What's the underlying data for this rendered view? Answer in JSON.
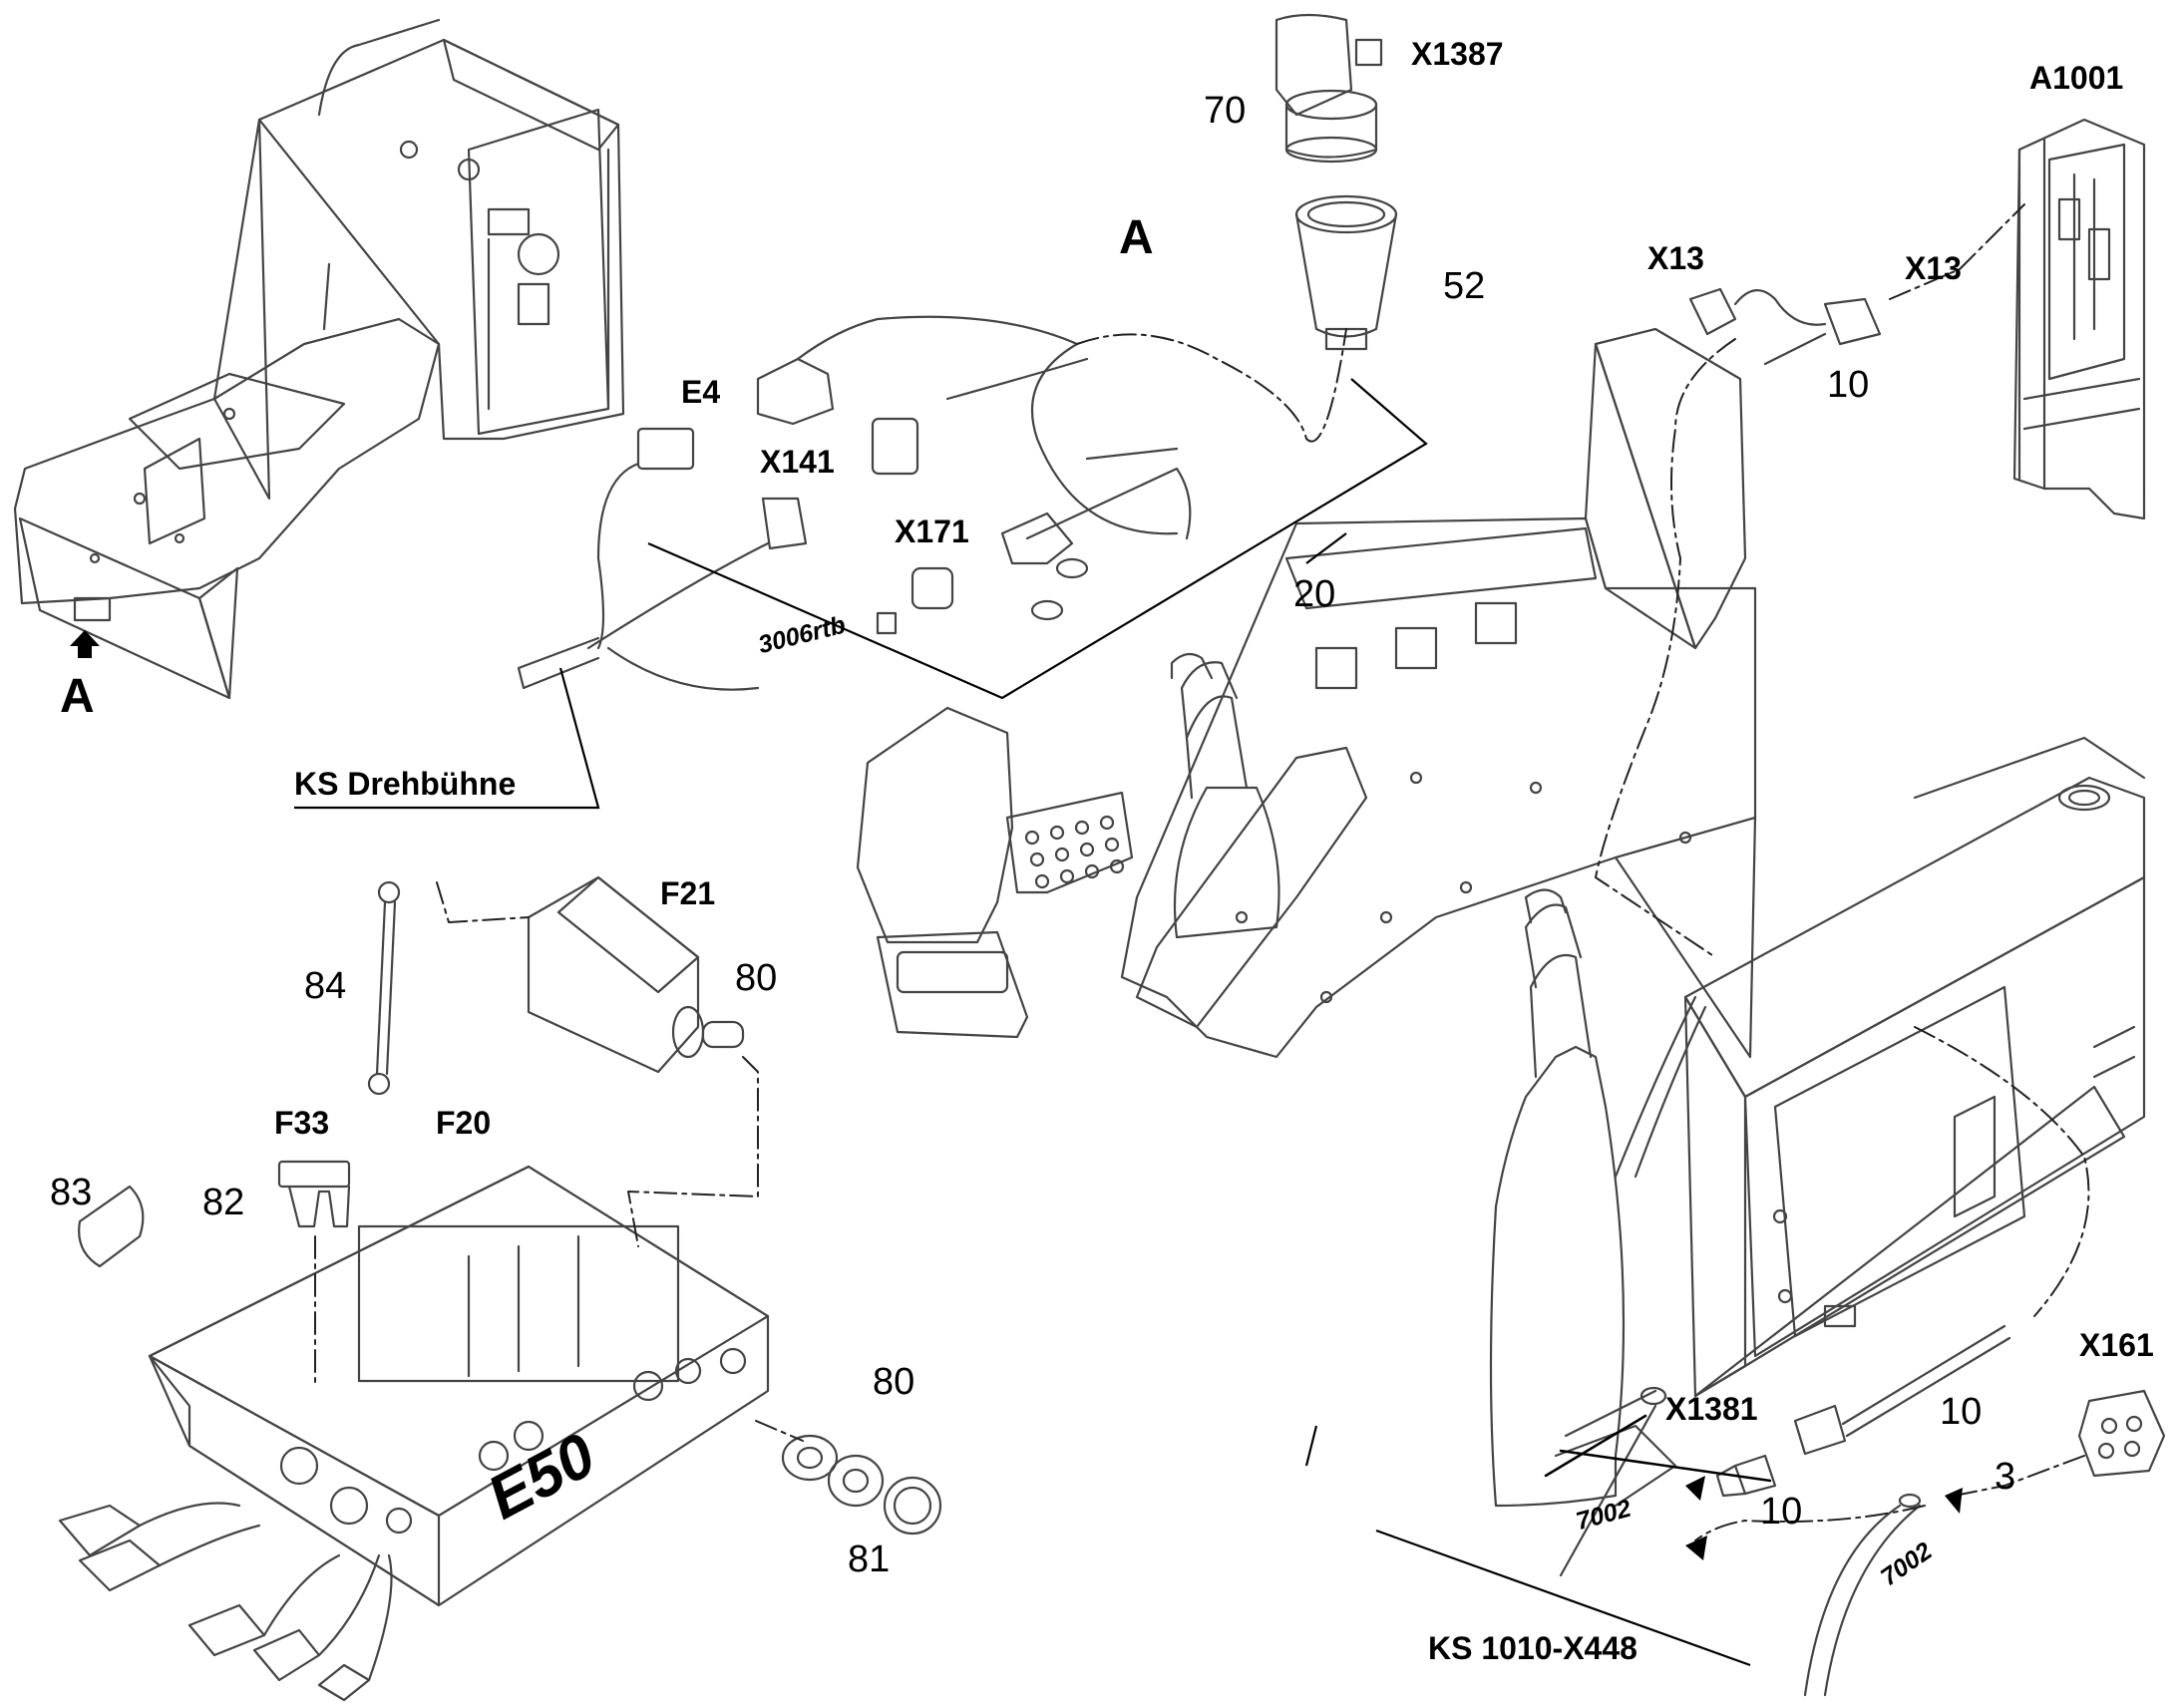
{
  "connectors": {
    "x1387": "X1387",
    "a1001": "A1001",
    "x13_left": "X13",
    "x13_right": "X13",
    "e4": "E4",
    "x141": "X141",
    "x171": "X171",
    "f21": "F21",
    "f33": "F33",
    "f20": "F20",
    "x161": "X161",
    "x1381": "X1381"
  },
  "item_numbers": {
    "n70": "70",
    "n52": "52",
    "n10_top": "10",
    "n20": "20",
    "n84": "84",
    "n80_switch": "80",
    "n83": "83",
    "n82": "82",
    "n80_nut": "80",
    "n81": "81",
    "n10_cable": "10",
    "n10_plug": "10",
    "n3": "3"
  },
  "view_marks": {
    "view_a_center": "A",
    "view_a_left": "A"
  },
  "wire_labels": {
    "w3006": "3006rtb",
    "w7002_left": "7002",
    "w7002_right": "7002"
  },
  "harness_labels": {
    "ks_drehbuehne": "KS Drehbühne",
    "ks_1010": "KS 1010-X448"
  },
  "box_label": "E50"
}
